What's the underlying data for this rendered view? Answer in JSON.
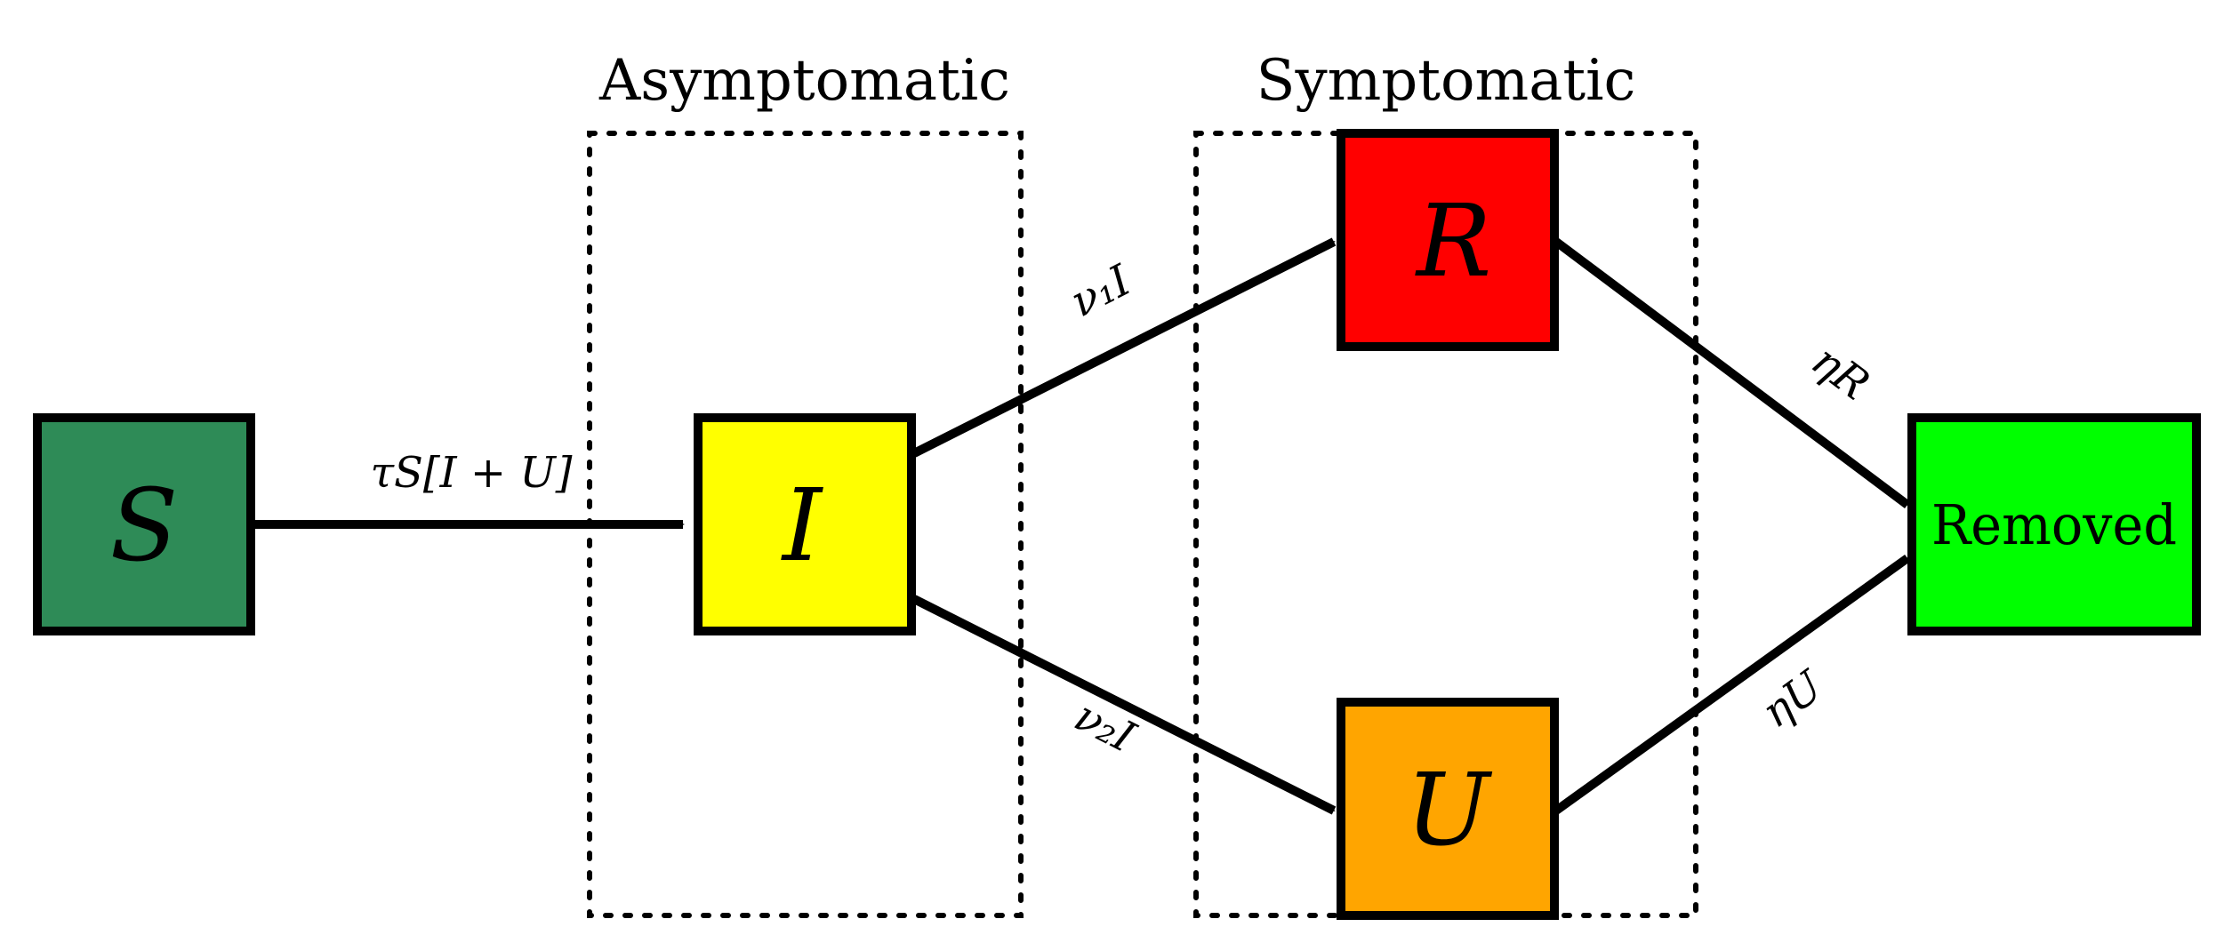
{
  "groups": {
    "asymptomatic": {
      "label": "Asymptomatic"
    },
    "symptomatic": {
      "label": "Symptomatic"
    }
  },
  "nodes": {
    "S": {
      "label": "S",
      "color": "#2e8b57"
    },
    "I": {
      "label": "I",
      "color": "#ffff00"
    },
    "R": {
      "label": "R",
      "color": "#ff0000"
    },
    "U": {
      "label": "U",
      "color": "#ffa500"
    },
    "removed": {
      "label": "Removed",
      "color": "#00ff00"
    }
  },
  "edges": {
    "s_to_i": "τS[I + U]",
    "i_to_r": "ν₁I",
    "i_to_u": "ν₂I",
    "r_to_removed": "ηR",
    "u_to_removed": "ηU"
  }
}
